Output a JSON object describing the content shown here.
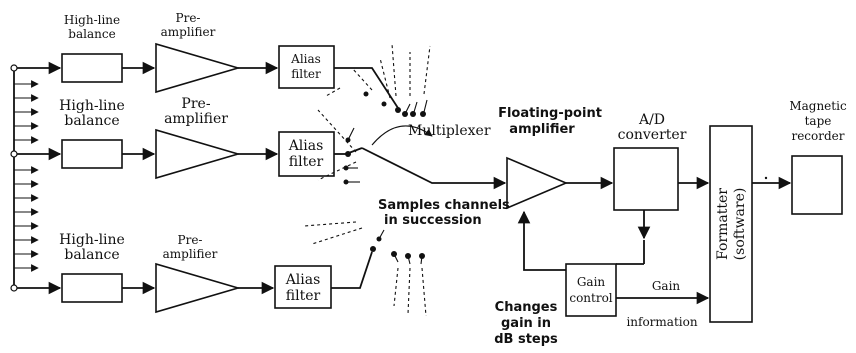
{
  "labels": {
    "highline_top": [
      "High-line",
      "balance"
    ],
    "highline_mid": [
      "High-line",
      "balance"
    ],
    "highline_bot": [
      "High-line",
      "balance"
    ],
    "preamp_top": [
      "Pre-",
      "amplifier"
    ],
    "preamp_mid": [
      "Pre-",
      "amplifier"
    ],
    "preamp_bot": [
      "Pre-",
      "amplifier"
    ],
    "alias_top": [
      "Alias",
      "filter"
    ],
    "alias_mid": [
      "Alias",
      "filter"
    ],
    "alias_bot": [
      "Alias",
      "filter"
    ],
    "multiplexer": "Multiplexer",
    "samples": [
      "Samples channels",
      "in succession"
    ],
    "floating": [
      "Floating-point",
      "amplifier"
    ],
    "adc": [
      "A/D",
      "converter"
    ],
    "gain_control": [
      "Gain",
      "control"
    ],
    "gain_info": [
      "Gain",
      "information"
    ],
    "changes": [
      "Changes",
      "gain in",
      "dB steps"
    ],
    "formatter": "Formatter",
    "formatter_sub": "(software)",
    "recorder": [
      "Magnetic",
      "tape",
      "recorder"
    ]
  }
}
